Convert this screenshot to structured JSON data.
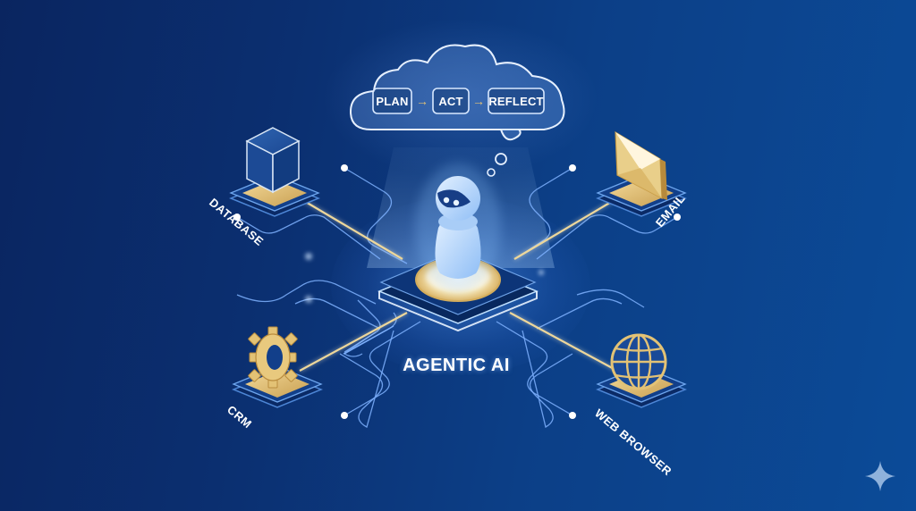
{
  "diagram": {
    "title": "AGENTIC AI",
    "thought_cloud": {
      "steps": [
        "PLAN",
        "ACT",
        "REFLECT"
      ],
      "arrow": "→"
    },
    "nodes": [
      {
        "label": "DATABASE",
        "icon": "cube-icon",
        "position": "top-left"
      },
      {
        "label": "EMAIL",
        "icon": "envelope-icon",
        "position": "top-right"
      },
      {
        "label": "CRM",
        "icon": "gear-icon",
        "position": "bottom-left"
      },
      {
        "label": "WEB BROWSER",
        "icon": "globe-icon",
        "position": "bottom-right"
      }
    ],
    "center_icon": "robot-icon",
    "corner_icon": "sparkle-icon"
  },
  "colors": {
    "background_dark": "#0a2560",
    "background_light": "#0b4b98",
    "gold": "#e3c275",
    "platform": "#0d3578",
    "line_blue": "#7fb2ff",
    "glow": "#9cc8ff"
  }
}
